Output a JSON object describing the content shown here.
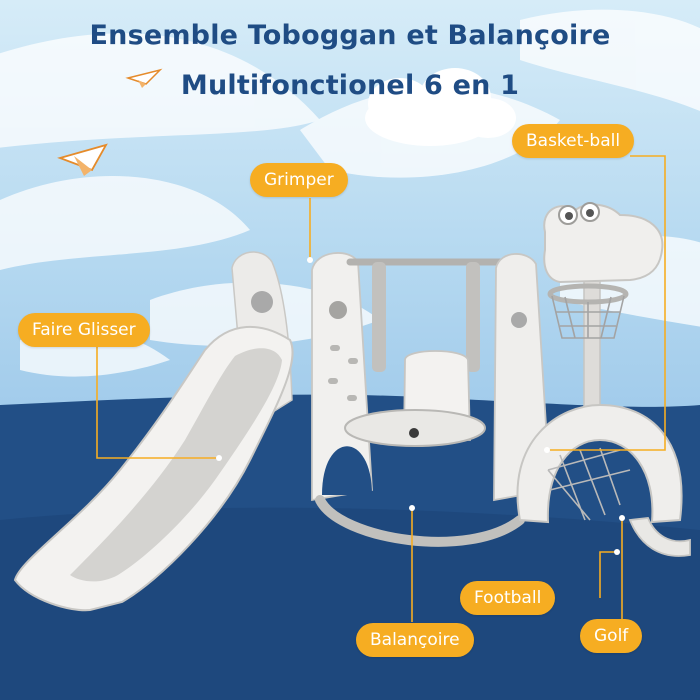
{
  "title": {
    "line1": "Ensemble Toboggan et Balançoire",
    "line2": "Multifonctionel 6 en 1"
  },
  "labels": {
    "basket": "Basket-ball",
    "grimper": "Grimper",
    "glisser": "Faire Glisser",
    "football": "Football",
    "balancoire": "Balançoire",
    "golf": "Golf"
  },
  "colors": {
    "title": "#1f4c84",
    "label_bg": "#f6ad22",
    "label_text": "#ffffff",
    "leader_line": "#f6ad22",
    "sky": "#b9dcf2",
    "floor": "#224f86"
  },
  "icons": [
    "paper-plane",
    "paper-plane"
  ]
}
